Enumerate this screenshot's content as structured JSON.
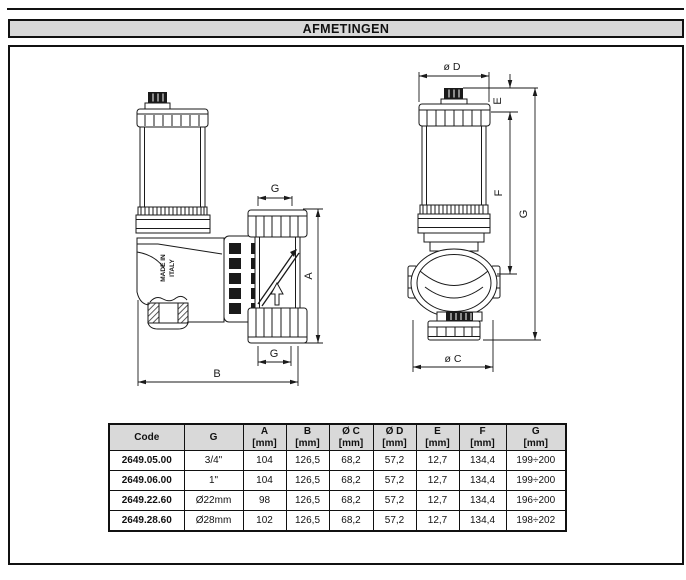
{
  "header": {
    "title": "AFMETINGEN"
  },
  "colors": {
    "line": "#1a1a1a",
    "header_bg": "#d8d8d8",
    "table_header_bg": "#d9d9d9"
  },
  "drawing_left": {
    "dim_g_top": "G",
    "dim_a": "A",
    "dim_g_bottom": "G",
    "dim_b": "B",
    "stamp_line1": "MADE IN",
    "stamp_line2": "ITALY"
  },
  "drawing_right": {
    "dim_d": "ø D",
    "dim_e": "E",
    "dim_f": "F",
    "dim_g": "G",
    "dim_c": "ø C"
  },
  "table": {
    "columns": [
      {
        "label": "Code",
        "unit": ""
      },
      {
        "label": "G",
        "unit": ""
      },
      {
        "label": "A",
        "unit": "[mm]"
      },
      {
        "label": "B",
        "unit": "[mm]"
      },
      {
        "label": "Ø C",
        "unit": "[mm]"
      },
      {
        "label": "Ø D",
        "unit": "[mm]"
      },
      {
        "label": "E",
        "unit": "[mm]"
      },
      {
        "label": "F",
        "unit": "[mm]"
      },
      {
        "label": "G",
        "unit": "[mm]"
      }
    ],
    "rows": [
      [
        "2649.05.00",
        "3/4\"",
        "104",
        "126,5",
        "68,2",
        "57,2",
        "12,7",
        "134,4",
        "199÷200"
      ],
      [
        "2649.06.00",
        "1\"",
        "104",
        "126,5",
        "68,2",
        "57,2",
        "12,7",
        "134,4",
        "199÷200"
      ],
      [
        "2649.22.60",
        "Ø22mm",
        "98",
        "126,5",
        "68,2",
        "57,2",
        "12,7",
        "134,4",
        "196÷200"
      ],
      [
        "2649.28.60",
        "Ø28mm",
        "102",
        "126,5",
        "68,2",
        "57,2",
        "12,7",
        "134,4",
        "198÷202"
      ]
    ]
  }
}
